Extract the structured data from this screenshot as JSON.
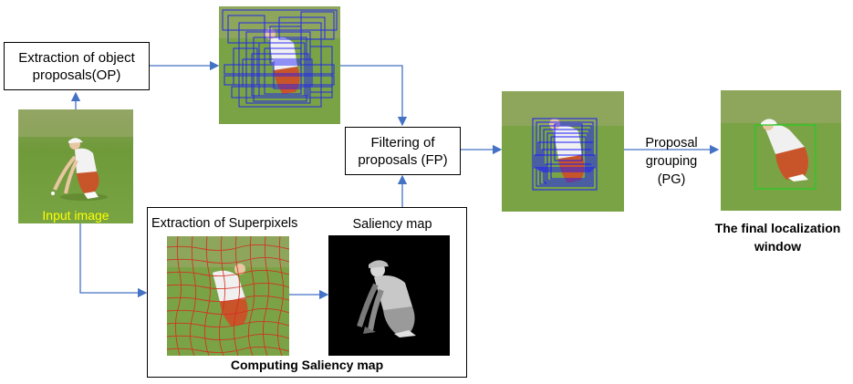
{
  "boxes": {
    "op": "Extraction of object proposals(OP)",
    "fp": "Filtering of proposals (FP)",
    "saliency_group_title": "Computing Saliency map"
  },
  "labels": {
    "input_image": "Input image",
    "superpixels": "Extraction of Superpixels",
    "saliency_map": "Saliency map",
    "pg_line1": "Proposal",
    "pg_line2": "grouping",
    "pg_line3": "(PG)",
    "final_line1": "The final localization",
    "final_line2": "window"
  },
  "colors": {
    "arrow": "#4472c4",
    "input_label": "#ffff00",
    "proposal_boxes": "#1a1aff",
    "superpixel_edges": "#d62b1e",
    "final_box": "#22cc22",
    "grass": "#6e9a3c"
  }
}
